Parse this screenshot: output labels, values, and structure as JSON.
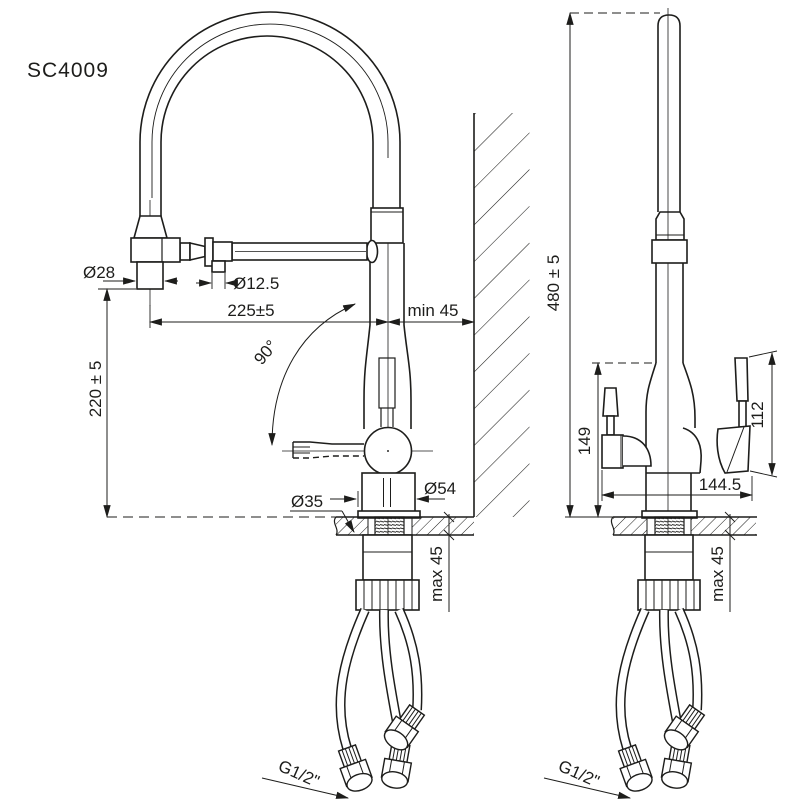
{
  "model": "SC4009",
  "front": {
    "spray_diameter": "Ø28",
    "wand_diameter": "Ø12.5",
    "reach": "225±5",
    "wall_min": "min 45",
    "swivel": "90°",
    "outlet_height": "220 ± 5",
    "hole_diameter": "Ø35",
    "base_diameter": "Ø54",
    "deck_max": "max 45",
    "thread": "G1/2\""
  },
  "side": {
    "height": "480 ± 5",
    "handle_top": "149",
    "lever": "112",
    "spread": "144.5",
    "deck_max": "max 45",
    "thread": "G1/2\""
  },
  "colors": {
    "line": "#1d1d1b",
    "background": "#ffffff"
  }
}
